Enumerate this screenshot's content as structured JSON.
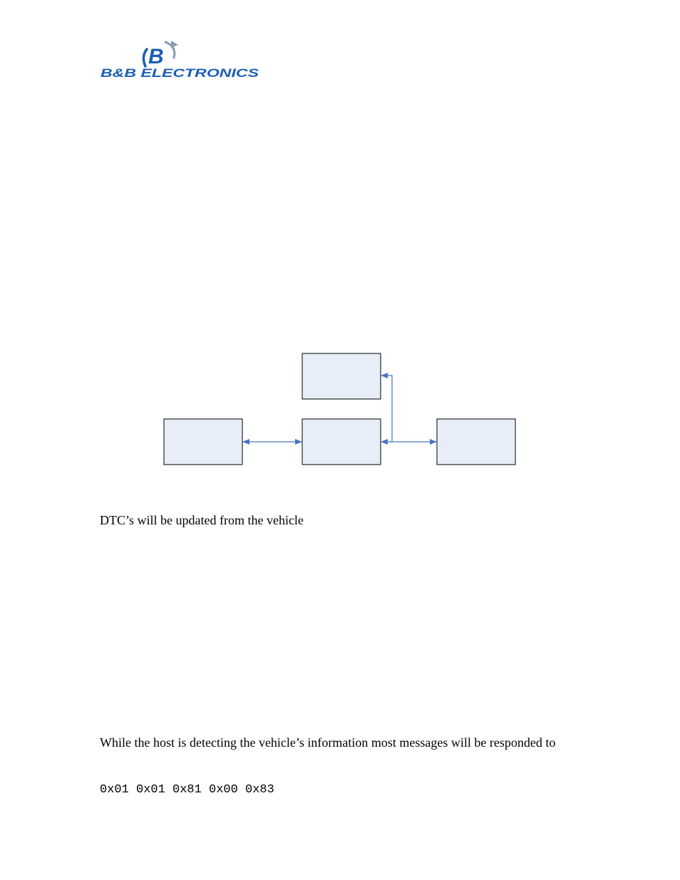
{
  "header": {
    "logo_monogram": "B",
    "logo_text": "B&B ELECTRONICS",
    "logo_icon": "bb-electronics-logo",
    "brand_color": "#1c5fb3"
  },
  "diagram": {
    "box_fill": "#e8eef8",
    "arrow_color": "#4a74bf",
    "boxes": [
      "",
      "",
      "",
      ""
    ]
  },
  "body": {
    "paragraph_1": "DTC’s will be updated from the vehicle",
    "paragraph_2": "While the host is detecting the vehicle’s information most messages will be responded to",
    "code_sample": "0x01 0x01 0x81 0x00 0x83"
  }
}
